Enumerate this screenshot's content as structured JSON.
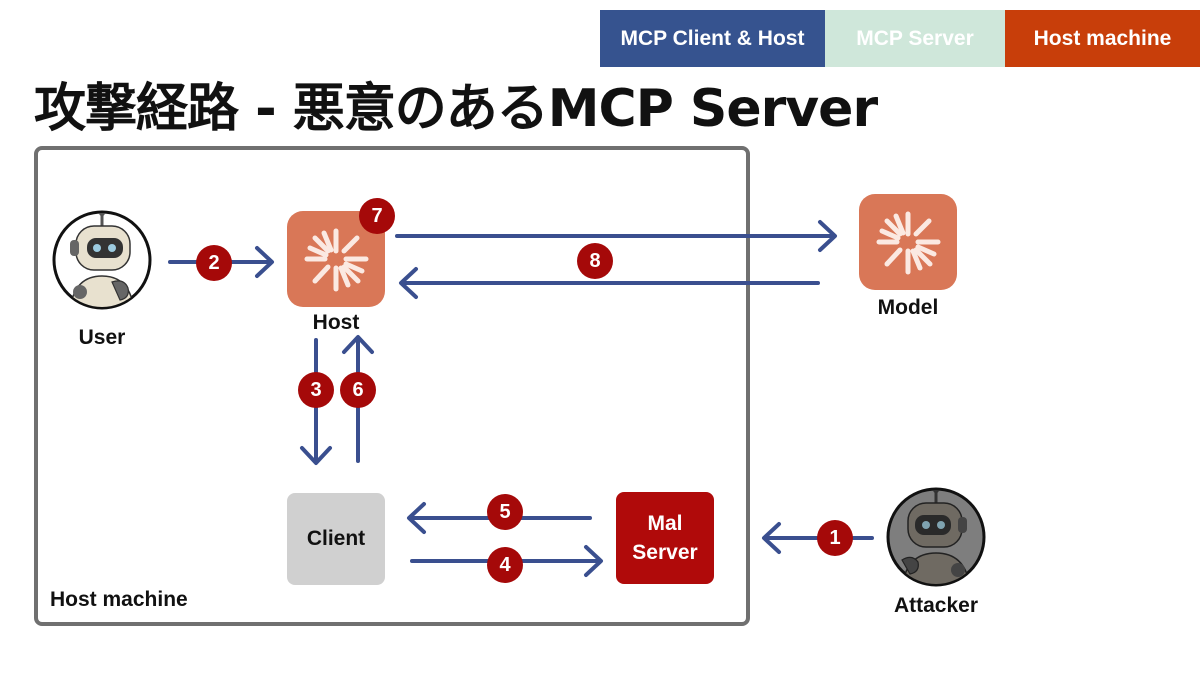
{
  "legend": {
    "client_host": "MCP Client & Host",
    "server": "MCP Server",
    "host_machine": "Host machine",
    "colors": {
      "client_host": "#36538f",
      "server": "#cfe7da",
      "host_machine": "#c83e0a"
    }
  },
  "title": "攻撃経路 - 悪意のあるMCP Server",
  "host_machine_label": "Host machine",
  "nodes": {
    "user": "User",
    "host": "Host",
    "model": "Model",
    "client": "Client",
    "mal_server": "Mal\nServer",
    "attacker": "Attacker"
  },
  "steps": [
    "1",
    "2",
    "3",
    "4",
    "5",
    "6",
    "7",
    "8"
  ],
  "colors": {
    "arrow": "#3a4f8f",
    "badge": "#a50909",
    "tile": "#d97757",
    "mal": "#b00a0a"
  }
}
